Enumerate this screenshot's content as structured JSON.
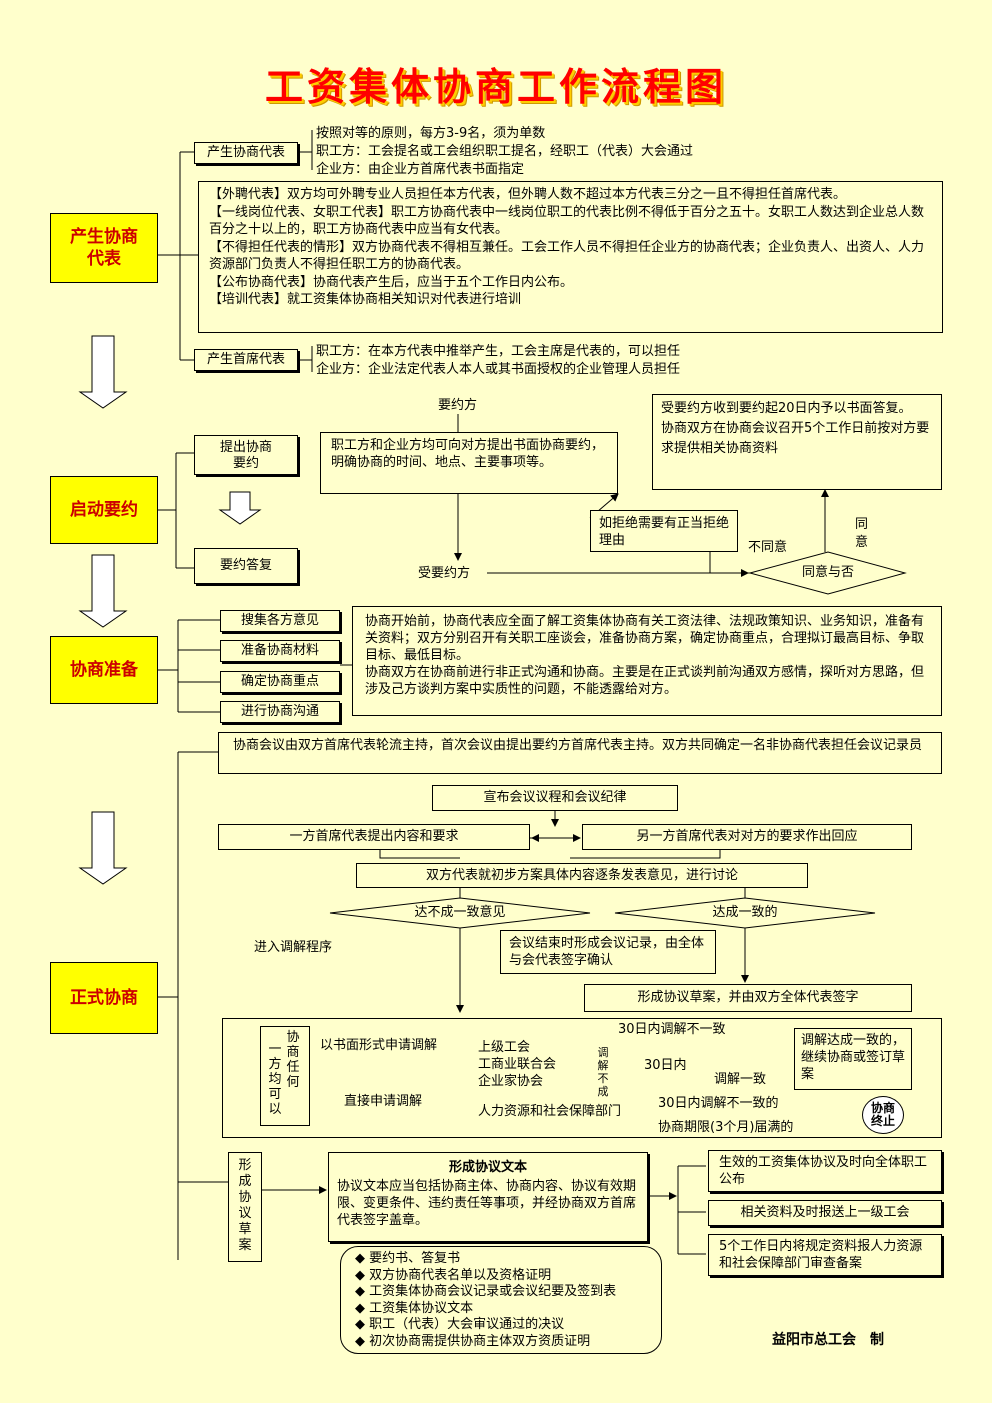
{
  "title": "工资集体协商工作流程图",
  "stages": {
    "s1": "产生协商\n代表",
    "s2": "启动要约",
    "s3": "协商准备",
    "s4": "正式协商"
  },
  "s1": {
    "rep_label": "产生协商代表",
    "rep_lines": [
      "按照对等的原则，每方3-9名，须为单数",
      "职工方：工会提名或工会组织职工提名，经职工（代表）大会通过",
      "企业方：由企业方首席代表书面指定"
    ],
    "rules": [
      "【外聘代表】双方均可外聘专业人员担任本方代表，但外聘人数不超过本方代表三分之一且不得担任首席代表。",
      "【一线岗位代表、女职工代表】职工方协商代表中一线岗位职工的代表比例不得低于百分之五十。女职工人数达到企业总人数百分之十以上的，职工方协商代表中应当有女代表。",
      "【不得担任代表的情形】双方协商代表不得相互兼任。工会工作人员不得担任企业方的协商代表；企业负责人、出资人、人力资源部门负责人不得担任职工方的协商代表。",
      "【公布协商代表】协商代表产生后，应当于五个工作日内公布。",
      "【培训代表】就工资集体协商相关知识对代表进行培训"
    ],
    "chief_label": "产生首席代表",
    "chief_lines": [
      "职工方：在本方代表中推举产生，工会主席是代表的，可以担任",
      "企业方：企业法定代表人本人或其书面授权的企业管理人员担任"
    ]
  },
  "s2": {
    "propose": "提出协商\n要约",
    "reply": "要约答复",
    "yaoyuefang": "要约方",
    "propose_text": "职工方和企业方均可向对方提出书面协商要约，明确协商的时间、地点、主要事项等。",
    "receive_text": "受要约方收到要约起20日内予以书面答复。\n协商双方在协商会议召开5个工作日前按对方要求提供相关协商资料",
    "refuse_text": "如拒绝需要有正当拒绝理由",
    "disagree": "不同意",
    "agree": "同\n意",
    "decision": "同意与否",
    "shouyaoyuefang": "受要约方"
  },
  "s3": {
    "items": [
      "搜集各方意见",
      "准备协商材料",
      "确定协商重点",
      "进行协商沟通"
    ],
    "text": "协商开始前，协商代表应全面了解工资集体协商有关工资法律、法规政策知识、业务知识，准备有关资料；双方分别召开有关职工座谈会，准备协商方案，确定协商重点，合理拟订最高目标、争取目标、最低目标。\n协商双方在协商前进行非正式沟通和协商。主要是在正式谈判前沟通双方感情，探听对方思路，但涉及己方谈判方案中实质性的问题，不能透露给对方。"
  },
  "s4": {
    "host": "协商会议由双方首席代表轮流主持，首次会议由提出要约方首席代表主持。双方共同确定一名非协商代表担任会议记录员",
    "announce": "宣布会议议程和会议纪律",
    "left": "一方首席代表提出内容和要求",
    "right": "另一方首席代表对对方的要求作出回应",
    "discuss": "双方代表就初步方案具体内容逐条发表意见，进行讨论",
    "no_agree": "达不成一致意见",
    "agree": "达成一致的",
    "mediation_enter": "进入调解程序",
    "record": "会议结束时形成会议记录，由全体与会代表签字确认",
    "draft": "形成协议草案，并由双方全体代表签字",
    "either_col1": "一\n方\n均\n可\n以",
    "either_col2": "协\n商\n任\n何",
    "written_apply": "以书面形式申请调解",
    "orgs": [
      "上级工会",
      "工商业联合会",
      "企业家协会"
    ],
    "direct_apply": "直接申请调解",
    "hr": "人力资源和社会保障部门",
    "fail30": "30日内调解不一致",
    "within30": "30日内",
    "med_fail": "调\n解\n不\n成",
    "med_ok": "调解一致",
    "fail30b": "30日内调解不一致的",
    "period": "协商期限(3个月)届满的",
    "success": "调解达成一致的，继续协商或签订草案",
    "end": "协商\n终止"
  },
  "s5": {
    "label": "形\n成\n协\n议\n草\n案",
    "form_title": "形成协议文本",
    "form_text": "协议文本应当包括协商主体、协商内容、协议有效期限、变更条件、违约责任等事项，并经协商双方首席代表签字盖章。",
    "outs": [
      "生效的工资集体协议及时向全体职工公布",
      "相关资料及时报送上一级工会",
      "5个工作日内将规定资料报人力资源和社会保障部门审查备案"
    ],
    "docs": [
      "要约书、答复书",
      "双方协商代表名单以及资格证明",
      "工资集体协商会议记录或会议纪要及签到表",
      "工资集体协议文本",
      "职工（代表）大会审议通过的决议",
      "初次协商需提供协商主体双方资质证明"
    ],
    "bullet": "◆",
    "maker": "益阳市总工会　制"
  }
}
